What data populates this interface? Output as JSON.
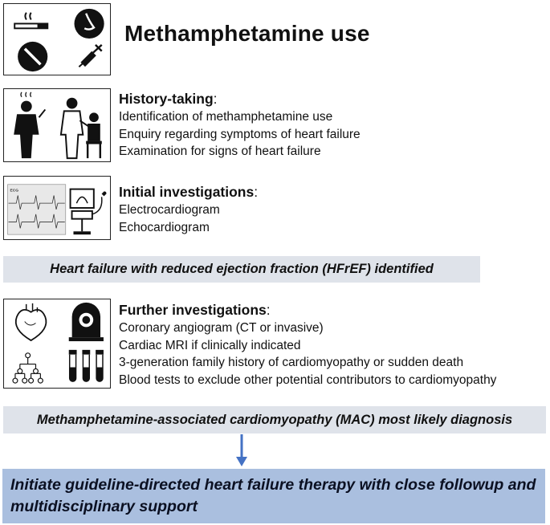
{
  "title": "Methamphetamine use",
  "steps": [
    {
      "heading": "History-taking",
      "items": [
        "Identification of methamphetamine use",
        "Enquiry regarding symptoms of heart failure",
        "Examination for signs of heart failure"
      ]
    },
    {
      "heading": "Initial investigations",
      "items": [
        "Electrocardiogram",
        "Echocardiogram"
      ]
    },
    {
      "heading": "Further investigations",
      "items": [
        "Coronary angiogram (CT or invasive)",
        "Cardiac MRI if clinically indicated",
        "3-generation family history of cardiomyopathy or sudden death",
        "Blood tests to exclude other potential contributors to cardiomyopathy"
      ]
    }
  ],
  "bars": {
    "hfref": "Heart failure with reduced ejection fraction (HFrEF) identified",
    "mac": "Methamphetamine-associated cardiomyopathy (MAC) most likely diagnosis"
  },
  "final": "Initiate guideline-directed heart failure therapy with close followup and multidisciplinary support",
  "ecg_label": "ECG",
  "colors": {
    "bar": "#dfe3ea",
    "final": "#aabfdf",
    "arrow": "#4472c4"
  }
}
